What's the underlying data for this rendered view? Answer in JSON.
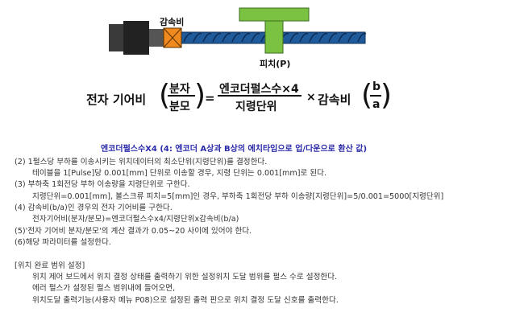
{
  "diagram": {
    "gear_label": "감속비",
    "pitch_label": "피치(P)",
    "colors": {
      "motor": "#2b2b2b",
      "gear": "#f08a1e",
      "screw": "#1f5a9a",
      "table": "#7cc242"
    }
  },
  "formula": {
    "lhs": "전자 기어비",
    "frac1_num": "분자",
    "frac1_den": "분모",
    "equals": "=",
    "frac2_num": "엔코더펄스수×4",
    "frac2_den": "지령단위",
    "times": "×",
    "ratio_label": "감속비",
    "frac3_num": "b",
    "frac3_den": "a"
  },
  "note": "엔코더펄스수X4 (4: 엔코더 A상과 B상의 에치타임으로 업/다운으로 환산 값)",
  "lines": [
    "(2) 1펄스당 부하를 이송시키는 위치데이터의 최소단위(지령단위)를 결정한다.",
    "테이블을 1[Pulse]당 0.001[mm] 단위로 이송할 경우, 지령 단위는 0.001[mm]로 된다.",
    "(3) 부하축 1회전당 부하 이송량을 지령단위로 구한다.",
    "지령단위=0.001[mm], 볼스크류 피치=5[mm]인 경우, 부하축 1회전당 부하 이송량[지령단위]=5/0.001=5000[지령단위]",
    "(4) 감속비(b/a)인 경우의 전자 기어비를 구한다.",
    "전자기어비(분자/분모)=엔코더펄스수x4/지령단위x감속비(b/a)",
    "(5)'전자 기어비 분자/분모'의 계산 결과가 0.05~20 사이에 있어야 한다.",
    "(6)해당 파라미터를 설정한다.",
    "[위치 완료 범위 설정]",
    "위치 제어 보드에서 위치 결정 상태를 출력하기 위한 설정위치 도달 범위를 펄스 수로 설정한다.",
    "에러 펄스가 설정된 펄스 범위내에 들어오면,",
    "위치도달 출력기능(사용자 메뉴 P08)으로 설정된 출력 핀으로 위치 결정 도달 신호를 출력한다."
  ]
}
